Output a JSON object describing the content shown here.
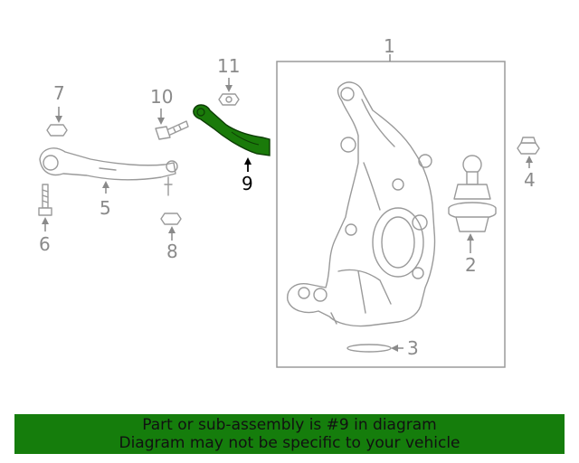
{
  "callouts": {
    "c1": "1",
    "c2": "2",
    "c3": "3",
    "c4": "4",
    "c5": "5",
    "c6": "6",
    "c7": "7",
    "c8": "8",
    "c9": "9",
    "c10": "10",
    "c11": "11"
  },
  "highlight_color": "#1a7a0a",
  "banner": {
    "color": "#157d0c",
    "line1": "Part or sub-assembly is #9 in diagram",
    "line2": "Diagram may not be specific to your vehicle"
  }
}
